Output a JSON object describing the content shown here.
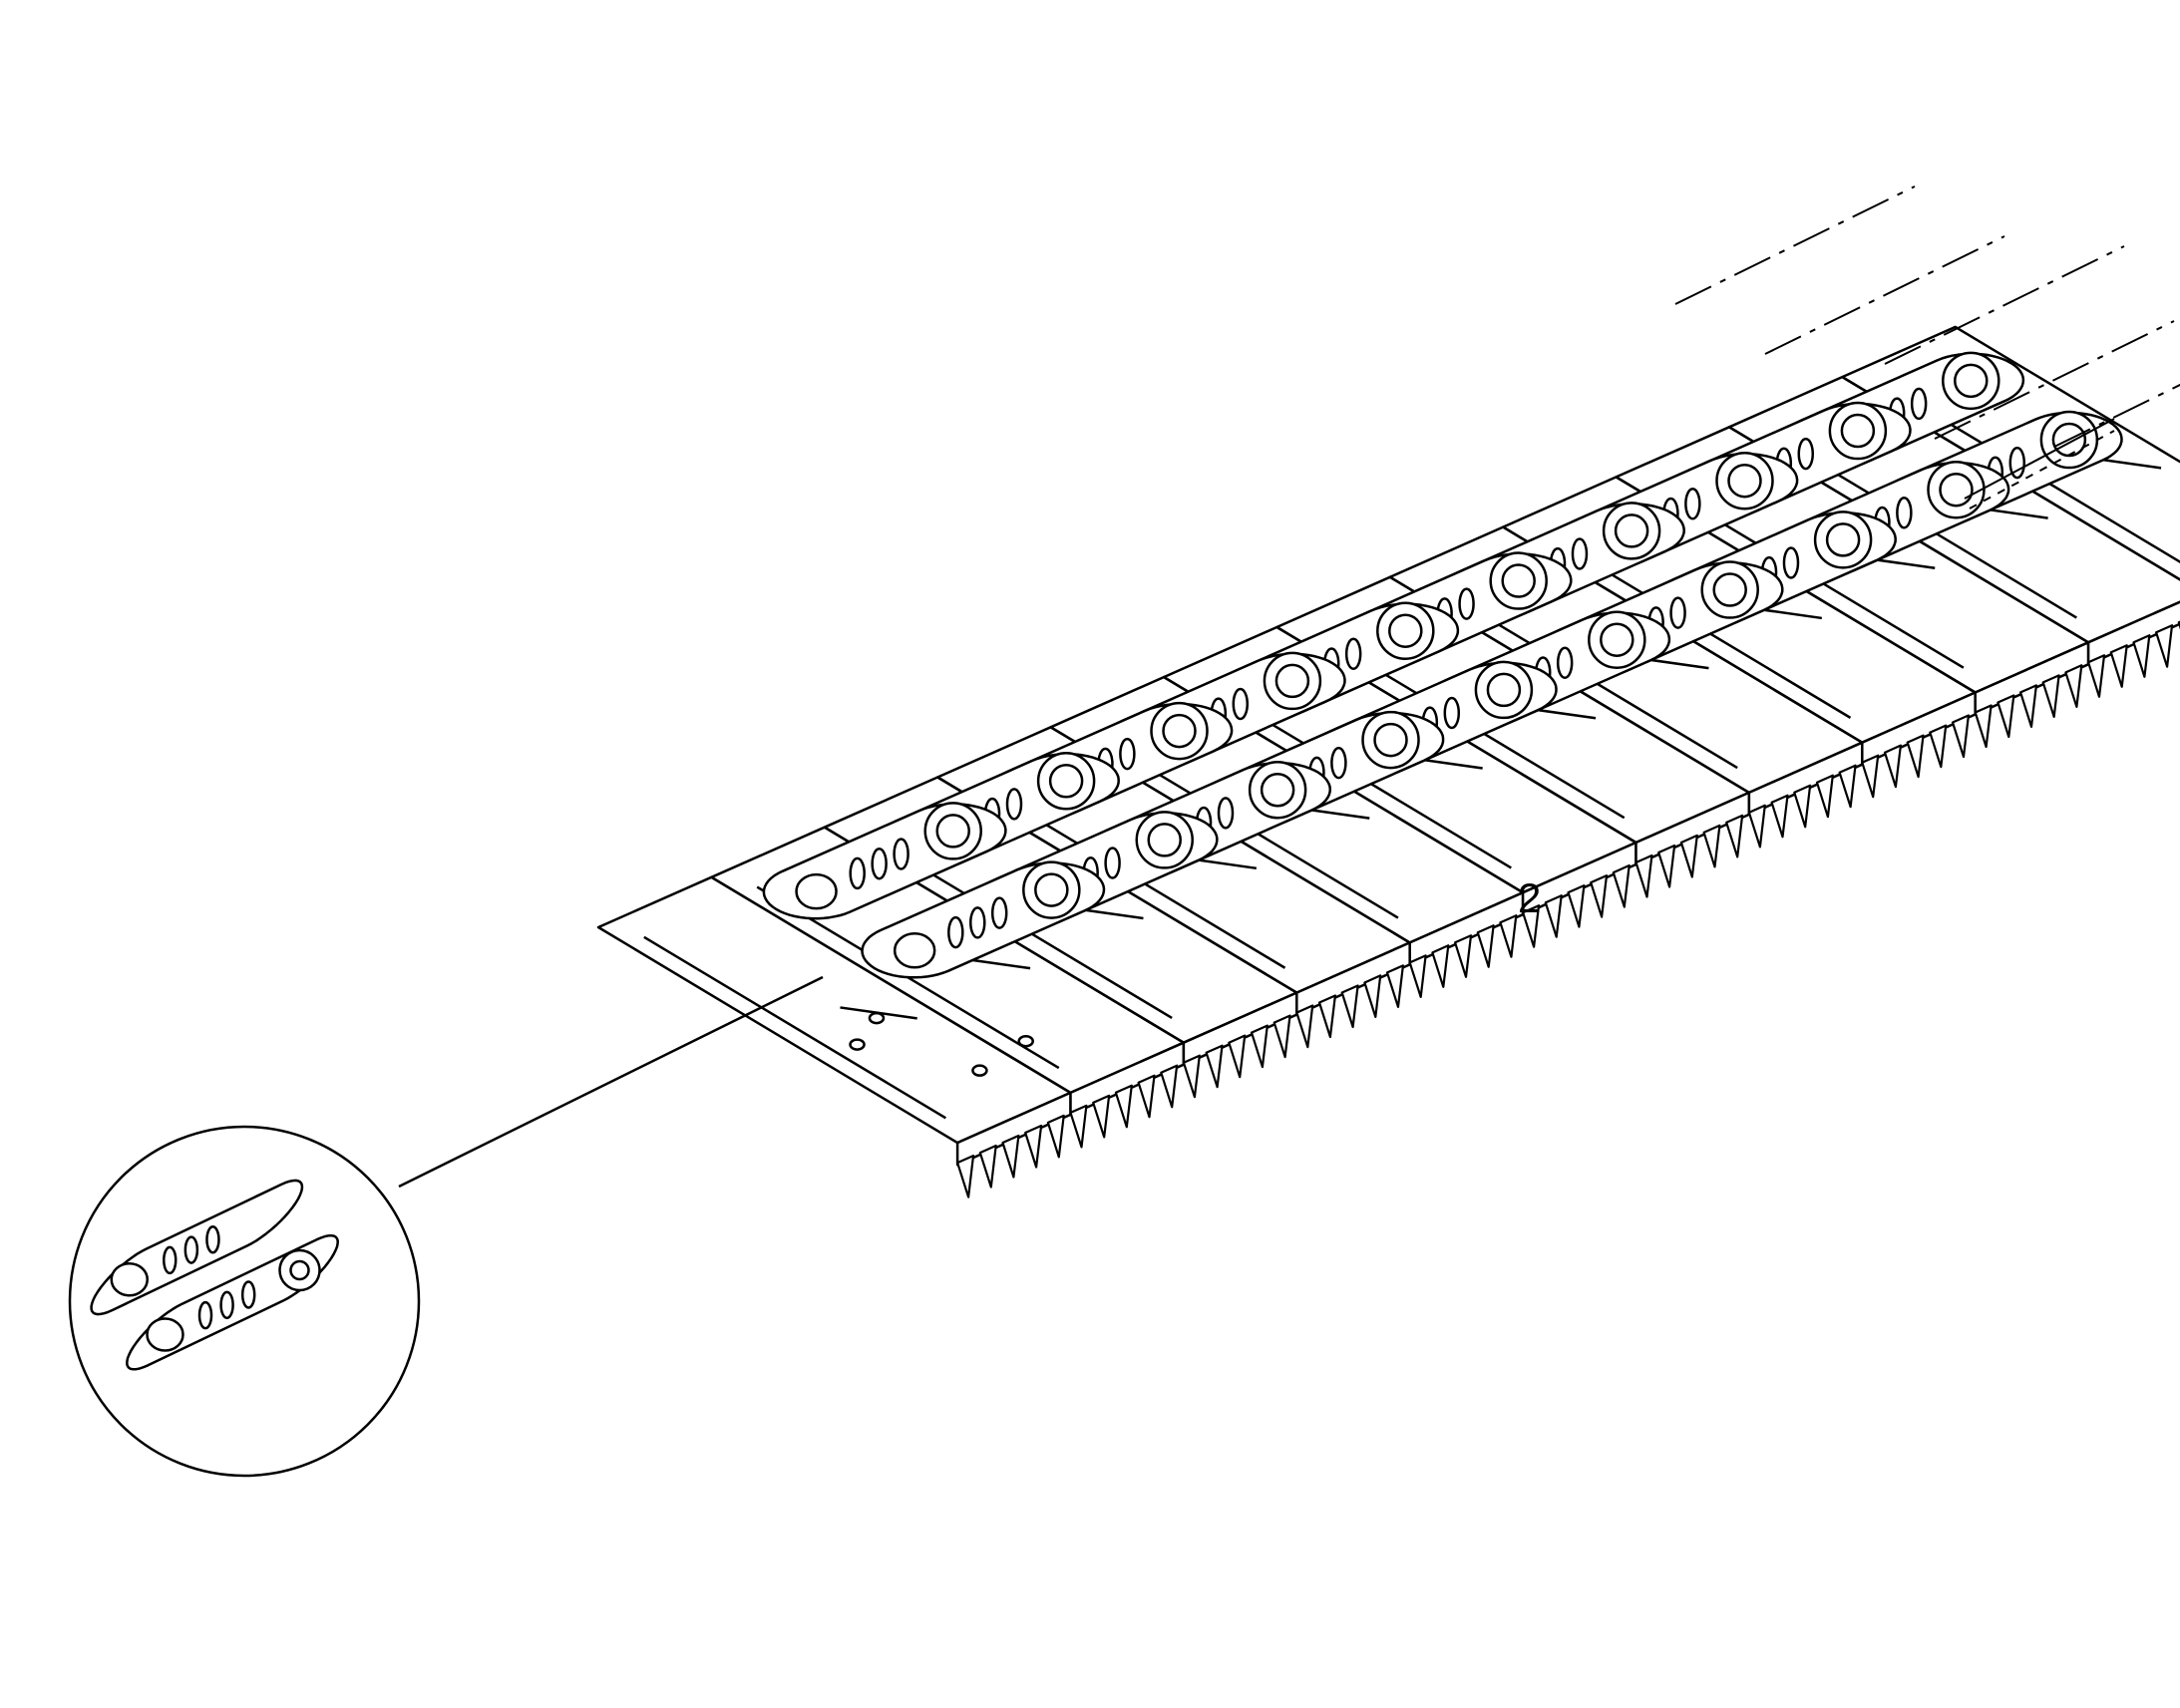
{
  "diagram": {
    "callout": {
      "label": "2"
    },
    "colors": {
      "line": "#000000",
      "background": "#ffffff"
    },
    "parts": {
      "link_count": 10,
      "shoe_count": 12
    }
  }
}
